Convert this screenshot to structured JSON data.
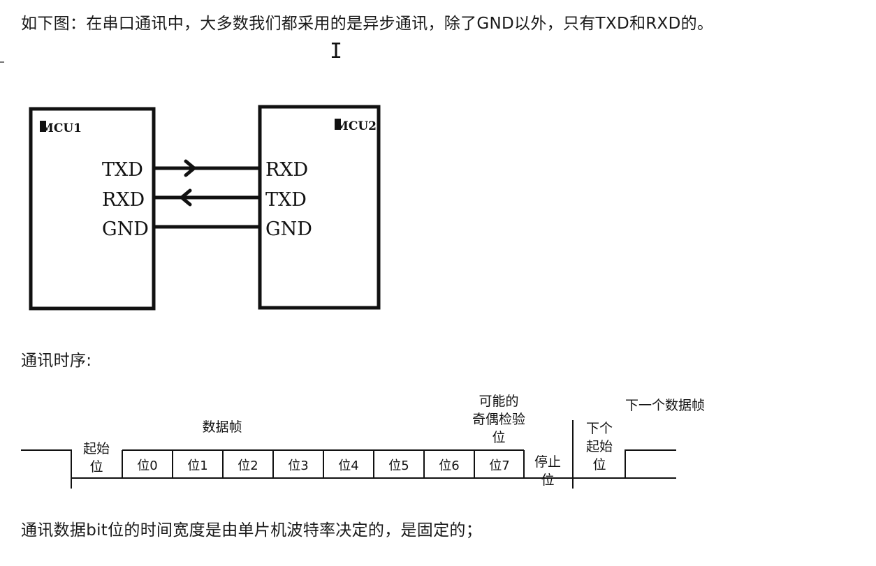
{
  "intro_text": "如下图：在串口通讯中，大多数我们都采用的是异步通讯，除了GND以外，只有TXD和RXD的。",
  "diagram": {
    "mcu1_label": "MCU1",
    "mcu2_label": "MCU2",
    "mcu1_pins": [
      "TXD",
      "RXD",
      "GND"
    ],
    "mcu2_pins": [
      "RXD",
      "TXD",
      "GND"
    ]
  },
  "timing_heading": "通讯时序:",
  "timing": {
    "start_bit": [
      "起始",
      "位"
    ],
    "data_frame": "数据帧",
    "parity_bit": [
      "可能的",
      "奇偶检验",
      "位"
    ],
    "stop_bit": [
      "停止",
      "位"
    ],
    "next_start_bit": [
      "下个",
      "起始",
      "位"
    ],
    "next_frame": "下一个数据帧",
    "bits": [
      "位0",
      "位1",
      "位2",
      "位3",
      "位4",
      "位5",
      "位6",
      "位7"
    ]
  },
  "conclusion_text": "通讯数据bit位的时间宽度是由单片机波特率决定的，是固定的；"
}
